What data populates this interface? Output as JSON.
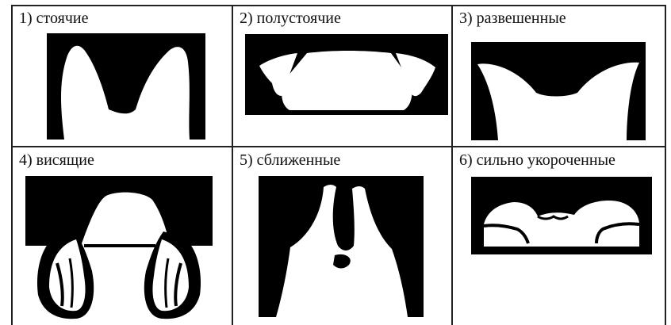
{
  "cells": [
    {
      "label": "1) стоячие"
    },
    {
      "label": "2) полустоячие"
    },
    {
      "label": "3) развешенные"
    },
    {
      "label": "4) висящие"
    },
    {
      "label": "5) сближенные"
    },
    {
      "label": "6) сильно укороченные"
    }
  ]
}
